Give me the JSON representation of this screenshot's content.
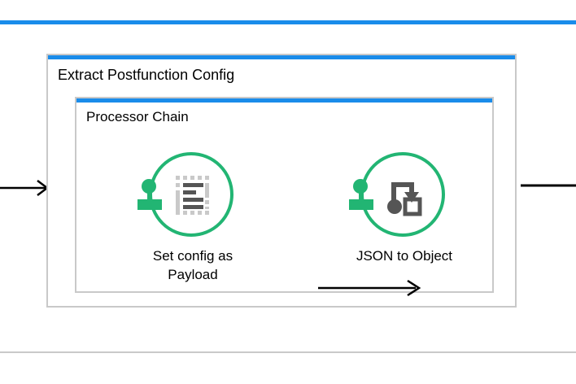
{
  "canvas": {
    "accent_color": "#1a8cea",
    "node_color": "#22b573",
    "border_color": "#c9c9c9",
    "icon_color": "#555555"
  },
  "top_bar": {
    "name": "top-accent-bar"
  },
  "bottom_rule": {
    "name": "bottom-separator"
  },
  "outer_group": {
    "title": "Extract Postfunction Config"
  },
  "inner_group": {
    "title": "Processor Chain"
  },
  "nodes": [
    {
      "id": "set-config-as-payload",
      "label": "Set config as Payload",
      "label_line1": "Set config as",
      "label_line2": "Payload",
      "icon": "document-lines-icon"
    },
    {
      "id": "json-to-object",
      "label": "JSON to Object",
      "label_line1": "JSON to Object",
      "label_line2": "",
      "icon": "transform-flow-icon"
    }
  ],
  "arrows": [
    {
      "id": "inbound-arrow",
      "from": "",
      "to": "Extract Postfunction Config"
    },
    {
      "id": "between-arrow",
      "from": "Set config as Payload",
      "to": "JSON to Object"
    },
    {
      "id": "outbound-arrow",
      "from": "Extract Postfunction Config",
      "to": ""
    }
  ]
}
